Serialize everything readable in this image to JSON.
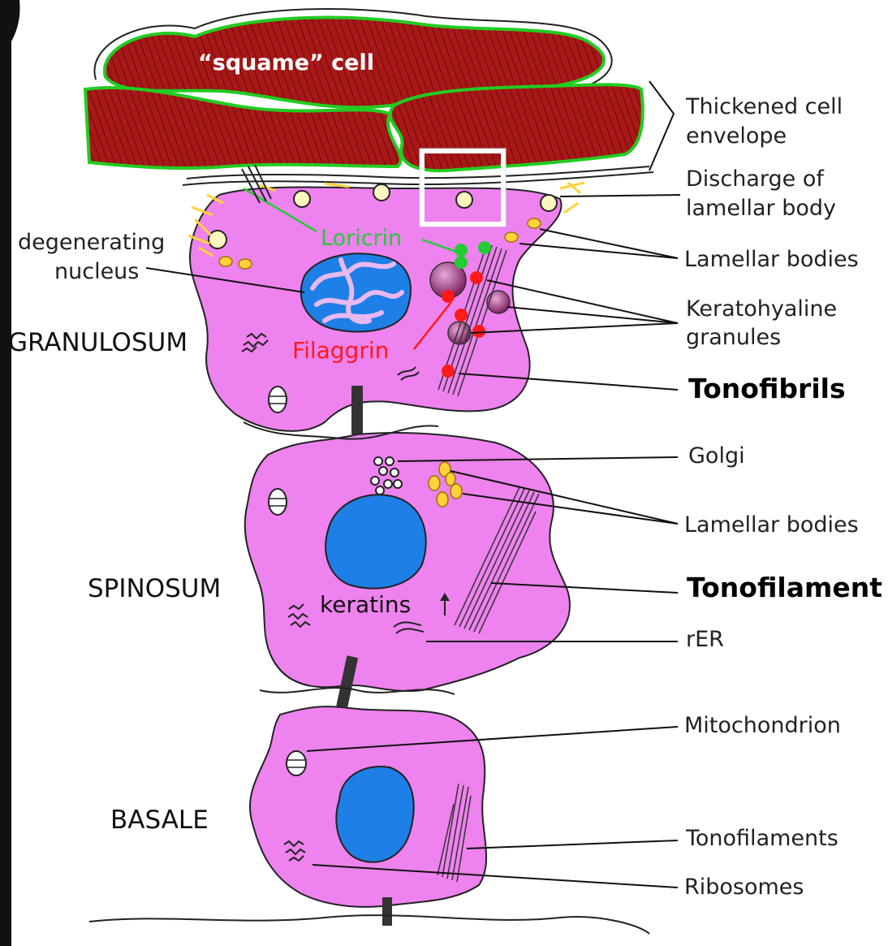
{
  "cells": {
    "squame_label": "“squame” cell"
  },
  "layers": {
    "granulosum": "GRANULOSUM",
    "spinosum": "SPINOSUM",
    "basale": "BASALE"
  },
  "inline_labels": {
    "loricrin": "Loricrin",
    "filaggrin": "Filaggrin",
    "keratins": "keratins"
  },
  "left_labels": {
    "degenerating_1": "degenerating",
    "degenerating_2": "nucleus"
  },
  "right_labels": {
    "thickened_1": "Thickened cell",
    "thickened_2": "envelope",
    "discharge_1": "Discharge of",
    "discharge_2": "lamellar body",
    "lamellar_top": "Lamellar bodies",
    "kerato_1": "Keratohyaline",
    "kerato_2": "granules",
    "tonofibrils": "Tonofibrils",
    "golgi": "Golgi",
    "lamellar_mid": "Lamellar bodies",
    "tonofilament": "Tonofilament",
    "rer": "rER",
    "mitochondrion": "Mitochondrion",
    "tonofilaments": "Tonofilaments",
    "ribosomes": "Ribosomes"
  },
  "colors": {
    "cell_fill": "#ee82ee",
    "nucleus_fill": "#1e7fe6",
    "squame_fill": "#a81818",
    "envelope_green": "#22cc22",
    "loricrin_green": "#22cc33",
    "filaggrin_red": "#ff1a1a",
    "lamellar_yellow": "#ffd23a",
    "granule_purple": "#9a3a7a",
    "highlight_box": "#ffffff"
  }
}
